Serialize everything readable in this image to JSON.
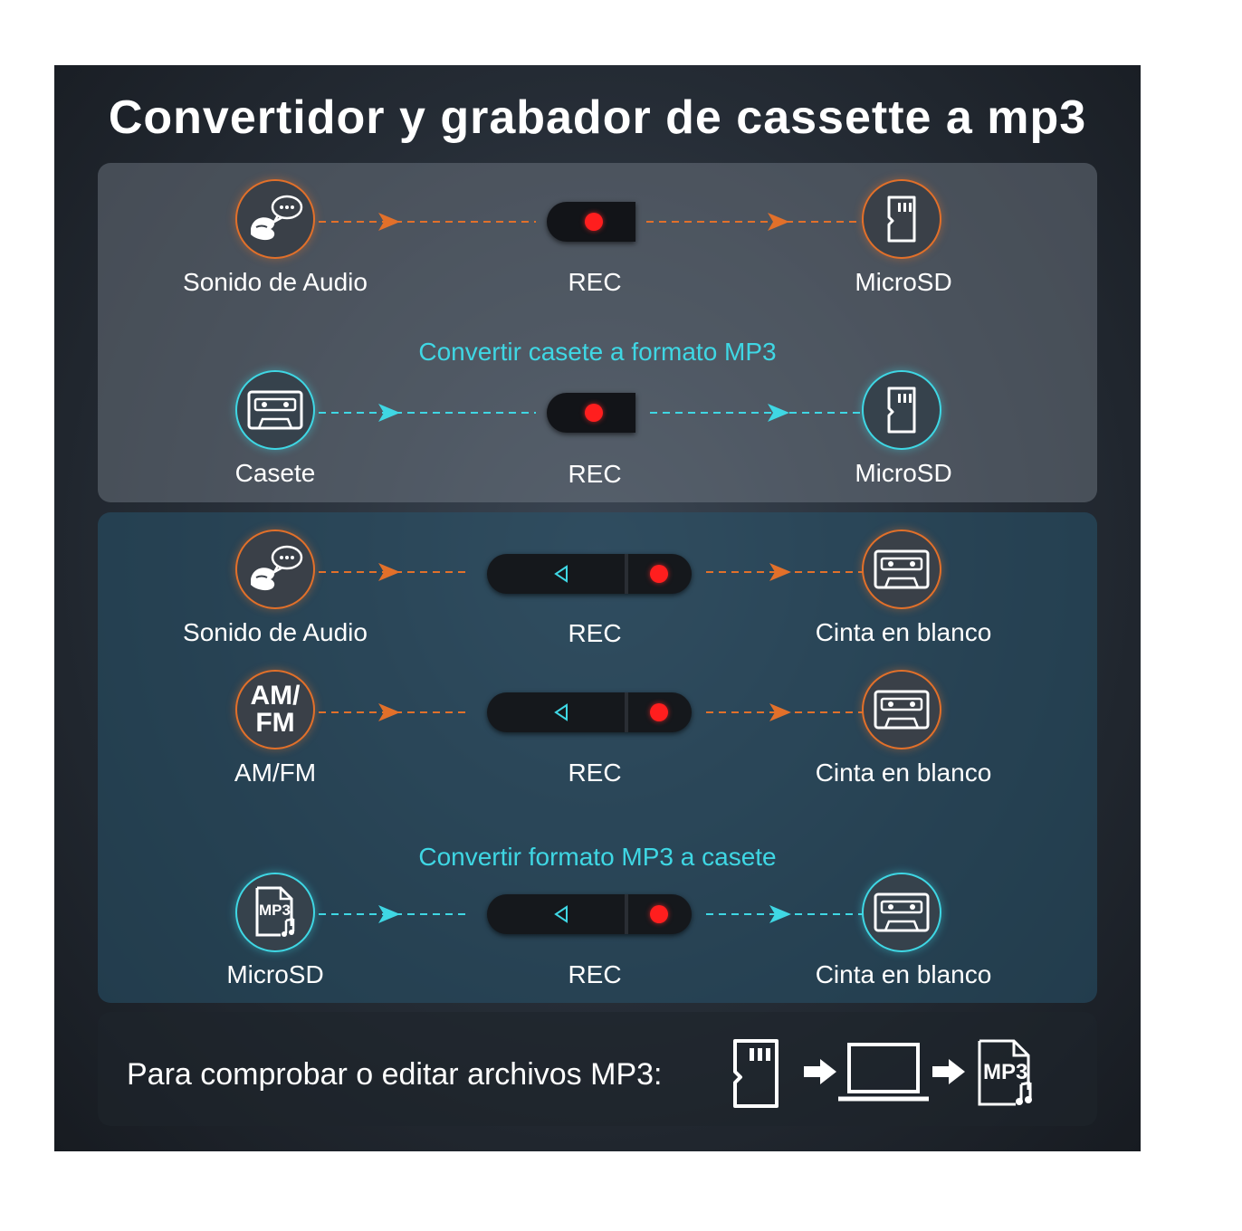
{
  "title": "Convertidor y grabador de cassette a mp3",
  "colors": {
    "orange": "#e2702a",
    "cyan": "#3fd7e4",
    "rec_red": "#ff1e1e"
  },
  "section1": {
    "row1": {
      "source": "Sonido de Audio",
      "source_icon": "talking-head-icon",
      "middle": "REC",
      "target": "MicroSD",
      "target_icon": "microsd-card-icon"
    },
    "subtitle": "Convertir casete a formato MP3",
    "row2": {
      "source": "Casete",
      "source_icon": "cassette-icon",
      "middle": "REC",
      "target": "MicroSD",
      "target_icon": "microsd-card-icon"
    }
  },
  "section2": {
    "row1": {
      "source": "Sonido de Audio",
      "source_icon": "talking-head-icon",
      "middle": "REC",
      "target": "Cinta en blanco",
      "target_icon": "cassette-icon"
    },
    "row2": {
      "source": "AM/FM",
      "source_badge": "AM/ FM",
      "middle": "REC",
      "target": "Cinta en blanco",
      "target_icon": "cassette-icon"
    },
    "subtitle": "Convertir formato MP3 a casete",
    "row3": {
      "source": "MicroSD",
      "source_icon": "mp3-file-icon",
      "middle": "REC",
      "target": "Cinta en blanco",
      "target_icon": "cassette-icon"
    }
  },
  "footer": {
    "text": "Para comprobar o editar archivos MP3:",
    "icons": [
      "microsd-card-icon",
      "arrow-right-icon",
      "laptop-icon",
      "arrow-right-icon",
      "mp3-file-icon"
    ]
  }
}
